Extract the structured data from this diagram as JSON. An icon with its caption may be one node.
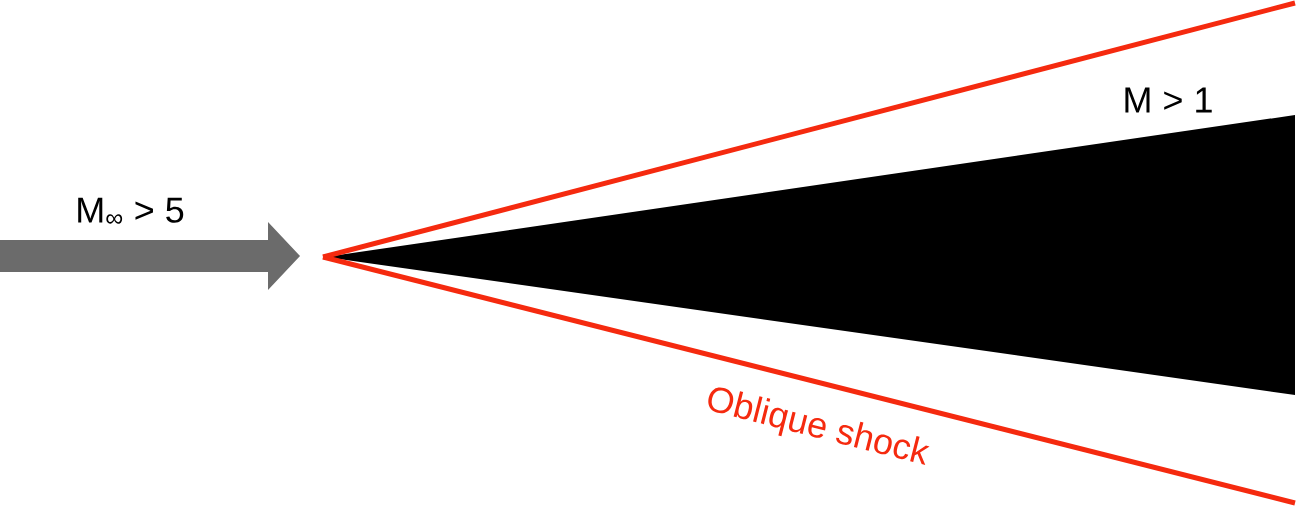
{
  "diagram": {
    "labels": [
      "M$_{∞}$ > 5",
      "M > 1",
      "Oblique shock"
    ]
  }
}
